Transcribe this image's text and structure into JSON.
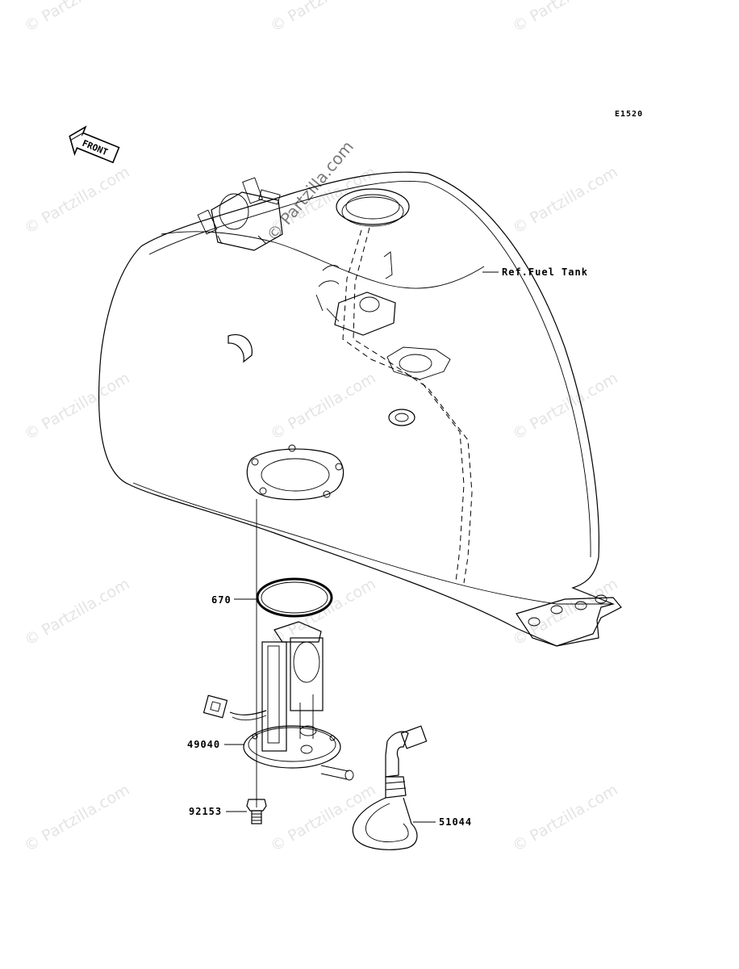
{
  "diagram": {
    "code": "E1520",
    "front_label": "FRONT",
    "reference": "Ref.Fuel Tank",
    "watermark": "© Partzilla.com",
    "callouts": [
      {
        "id": "670",
        "text": "670"
      },
      {
        "id": "49040",
        "text": "49040"
      },
      {
        "id": "92153",
        "text": "92153"
      },
      {
        "id": "51044",
        "text": "51044"
      }
    ]
  }
}
